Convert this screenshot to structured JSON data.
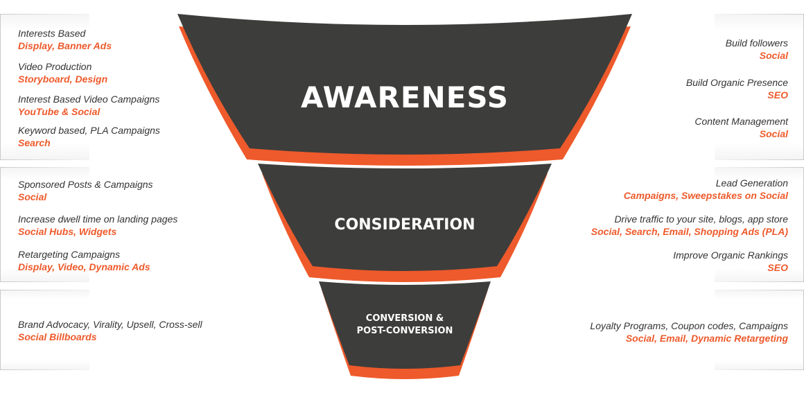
{
  "stages": {
    "awareness": "AWARENESS",
    "consideration": "CONSIDERATION",
    "conversion_line1": "CONVERSION &",
    "conversion_line2": "POST-CONVERSION"
  },
  "colors": {
    "funnel_dark": "#3d3d3b",
    "accent_orange": "#ee5a2b",
    "text_dark": "#333333"
  },
  "left": {
    "awareness": [
      {
        "desc": "Interests Based",
        "channel": "Display, Banner Ads"
      },
      {
        "desc": "Video Production",
        "channel": "Storyboard, Design"
      },
      {
        "desc": "Interest Based Video Campaigns",
        "channel": "YouTube & Social"
      },
      {
        "desc": "Keyword based, PLA Campaigns",
        "channel": "Search"
      }
    ],
    "consideration": [
      {
        "desc": "Sponsored Posts & Campaigns",
        "channel": "Social"
      },
      {
        "desc": "Increase dwell time on landing pages",
        "channel": "Social Hubs, Widgets"
      },
      {
        "desc": "Retargeting Campaigns",
        "channel": "Display, Video, Dynamic Ads"
      }
    ],
    "conversion": [
      {
        "desc": "Brand Advocacy, Virality, Upsell, Cross-sell",
        "channel": "Social Billboards"
      }
    ]
  },
  "right": {
    "awareness": [
      {
        "desc": "Build followers",
        "channel": "Social"
      },
      {
        "desc": "Build Organic Presence",
        "channel": "SEO"
      },
      {
        "desc": "Content Management",
        "channel": "Social"
      }
    ],
    "consideration": [
      {
        "desc": "Lead Generation",
        "channel": "Campaigns, Sweepstakes on Social"
      },
      {
        "desc": "Drive traffic to your site, blogs,  app store",
        "channel": "Social, Search,  Email, Shopping Ads (PLA)"
      },
      {
        "desc": "Improve Organic Rankings",
        "channel": "SEO"
      }
    ],
    "conversion": [
      {
        "desc": "Loyalty Programs, Coupon codes, Campaigns",
        "channel": "Social, Email, Dynamic Retargeting"
      }
    ]
  }
}
